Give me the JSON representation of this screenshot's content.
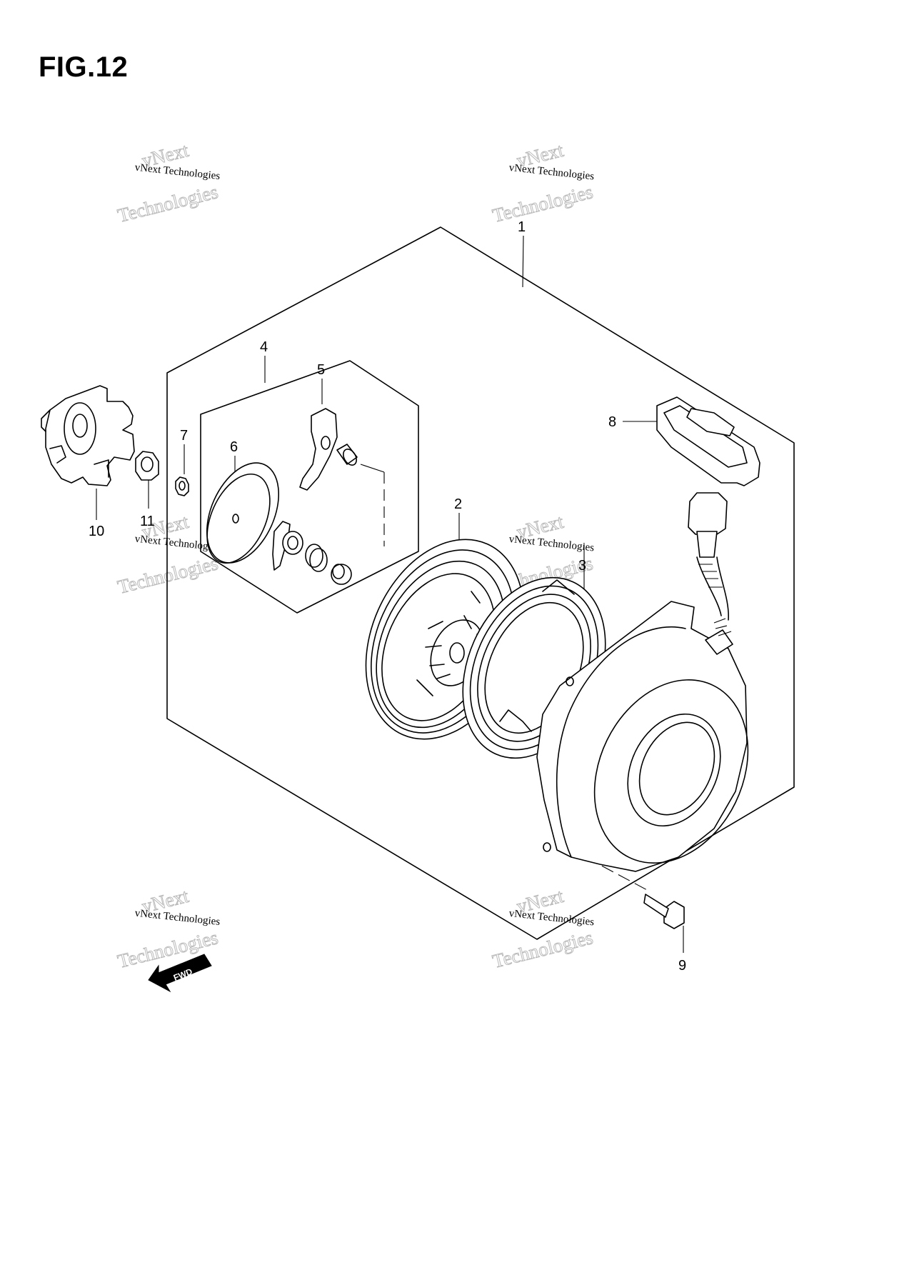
{
  "figure": {
    "title": "FIG.12"
  },
  "callouts": [
    "1",
    "2",
    "3",
    "4",
    "5",
    "6",
    "7",
    "8",
    "9",
    "10",
    "11"
  ],
  "watermark": {
    "line1": "vNext Technologies",
    "line2": "vNext",
    "line3": "Technologies"
  },
  "fwd_label": "FWD"
}
